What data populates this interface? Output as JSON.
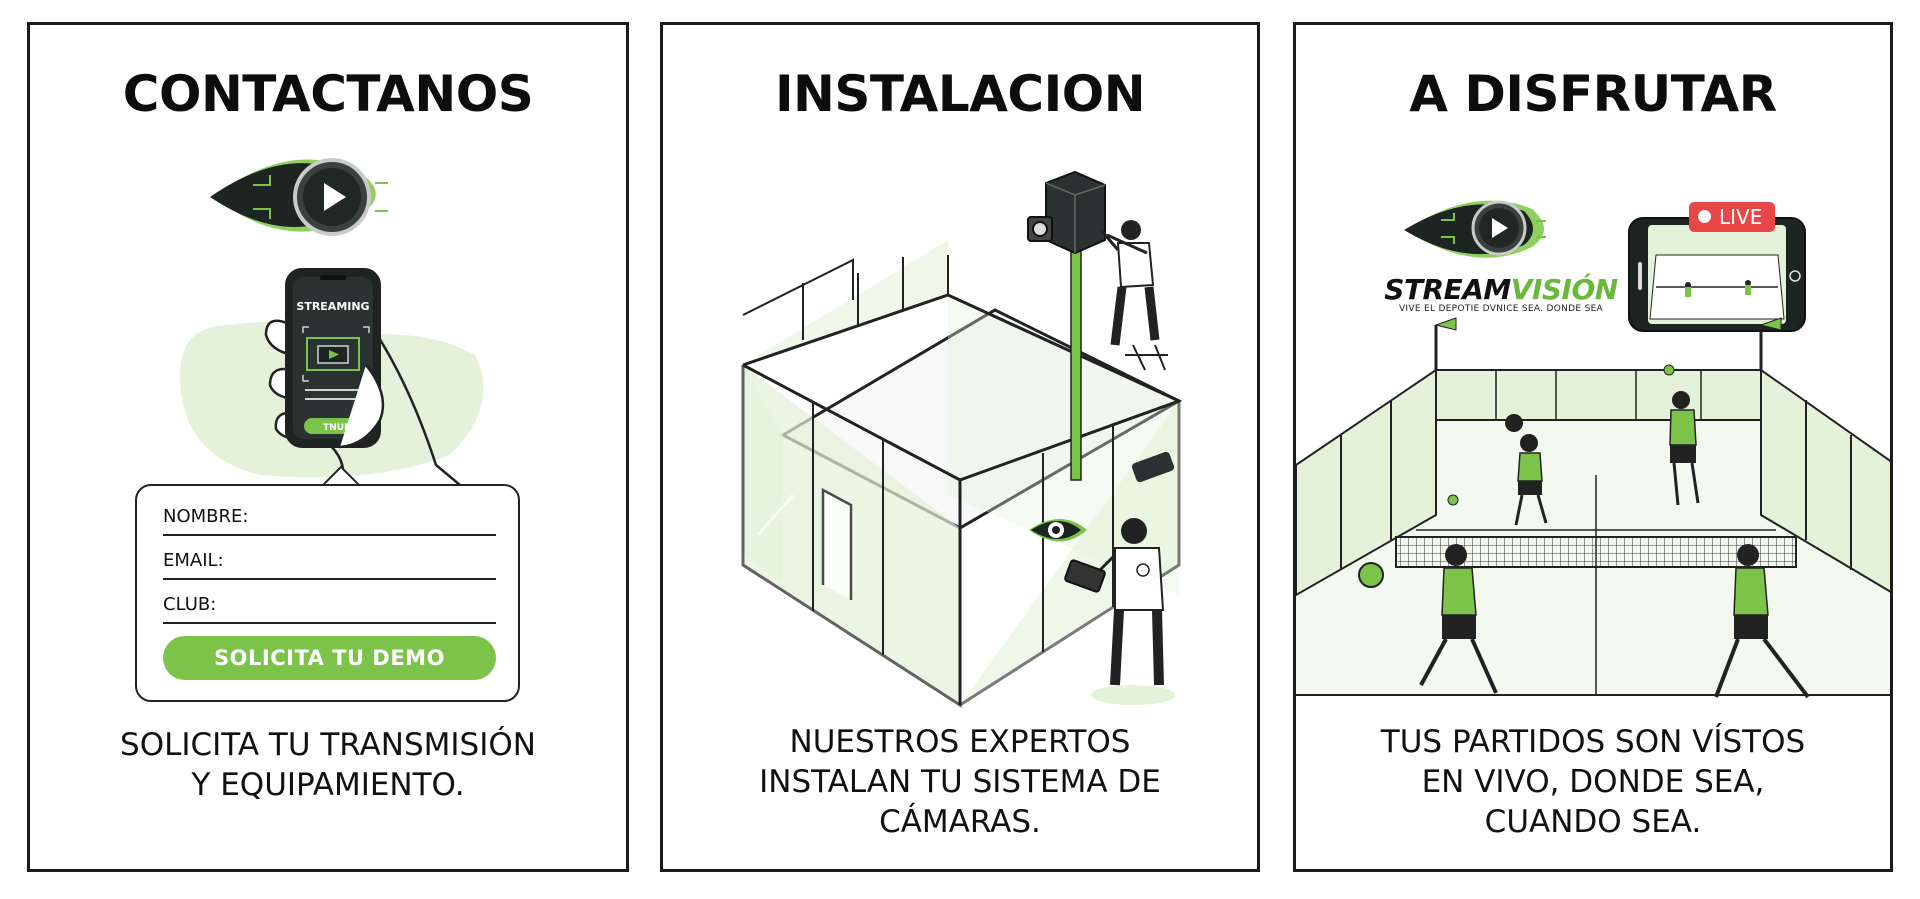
{
  "panels": [
    {
      "title": "CONTACTANOS",
      "caption": [
        "SOLICITA TU TRANSMISIÓN",
        "Y EQUIPAMIENTO."
      ],
      "phone_screen_label": "STREAMING",
      "phone_badge": "TNUB",
      "form": {
        "fields": [
          {
            "label": "NOMBRE:",
            "value": ""
          },
          {
            "label": "EMAIL:",
            "value": ""
          },
          {
            "label": "CLUB:",
            "value": ""
          }
        ],
        "button_label": "SOLICITA TU DEMO"
      }
    },
    {
      "title": "INSTALACION",
      "caption": [
        "NUESTROS EXPERTOS",
        "INSTALAN TU SISTEMA DE",
        "CÁMARAS."
      ]
    },
    {
      "title": "A DISFRUTAR",
      "caption": [
        "TUS PARTIDOS SON VÍSTOS",
        "EN VIVO, DONDE SEA,",
        "CUANDO SEA."
      ],
      "brand": {
        "name_part1": "STREAM",
        "name_part2": "VISIÓN",
        "tagline": "VIVE EL DEPOTIE DVNICE SEA. DONDE SEA"
      },
      "live_label": "LIVE"
    }
  ],
  "colors": {
    "accent_green": "#7cc34a",
    "dark": "#1b1b1b",
    "live_red": "#e94747",
    "court_tint": "#e3f2d9"
  },
  "icons": [
    "eye-play-logo-icon",
    "smartphone-icon",
    "hand-icon",
    "security-camera-icon",
    "technician-icon",
    "padel-court-icon",
    "tablet-icon",
    "live-dot-icon",
    "padel-players-icon"
  ]
}
